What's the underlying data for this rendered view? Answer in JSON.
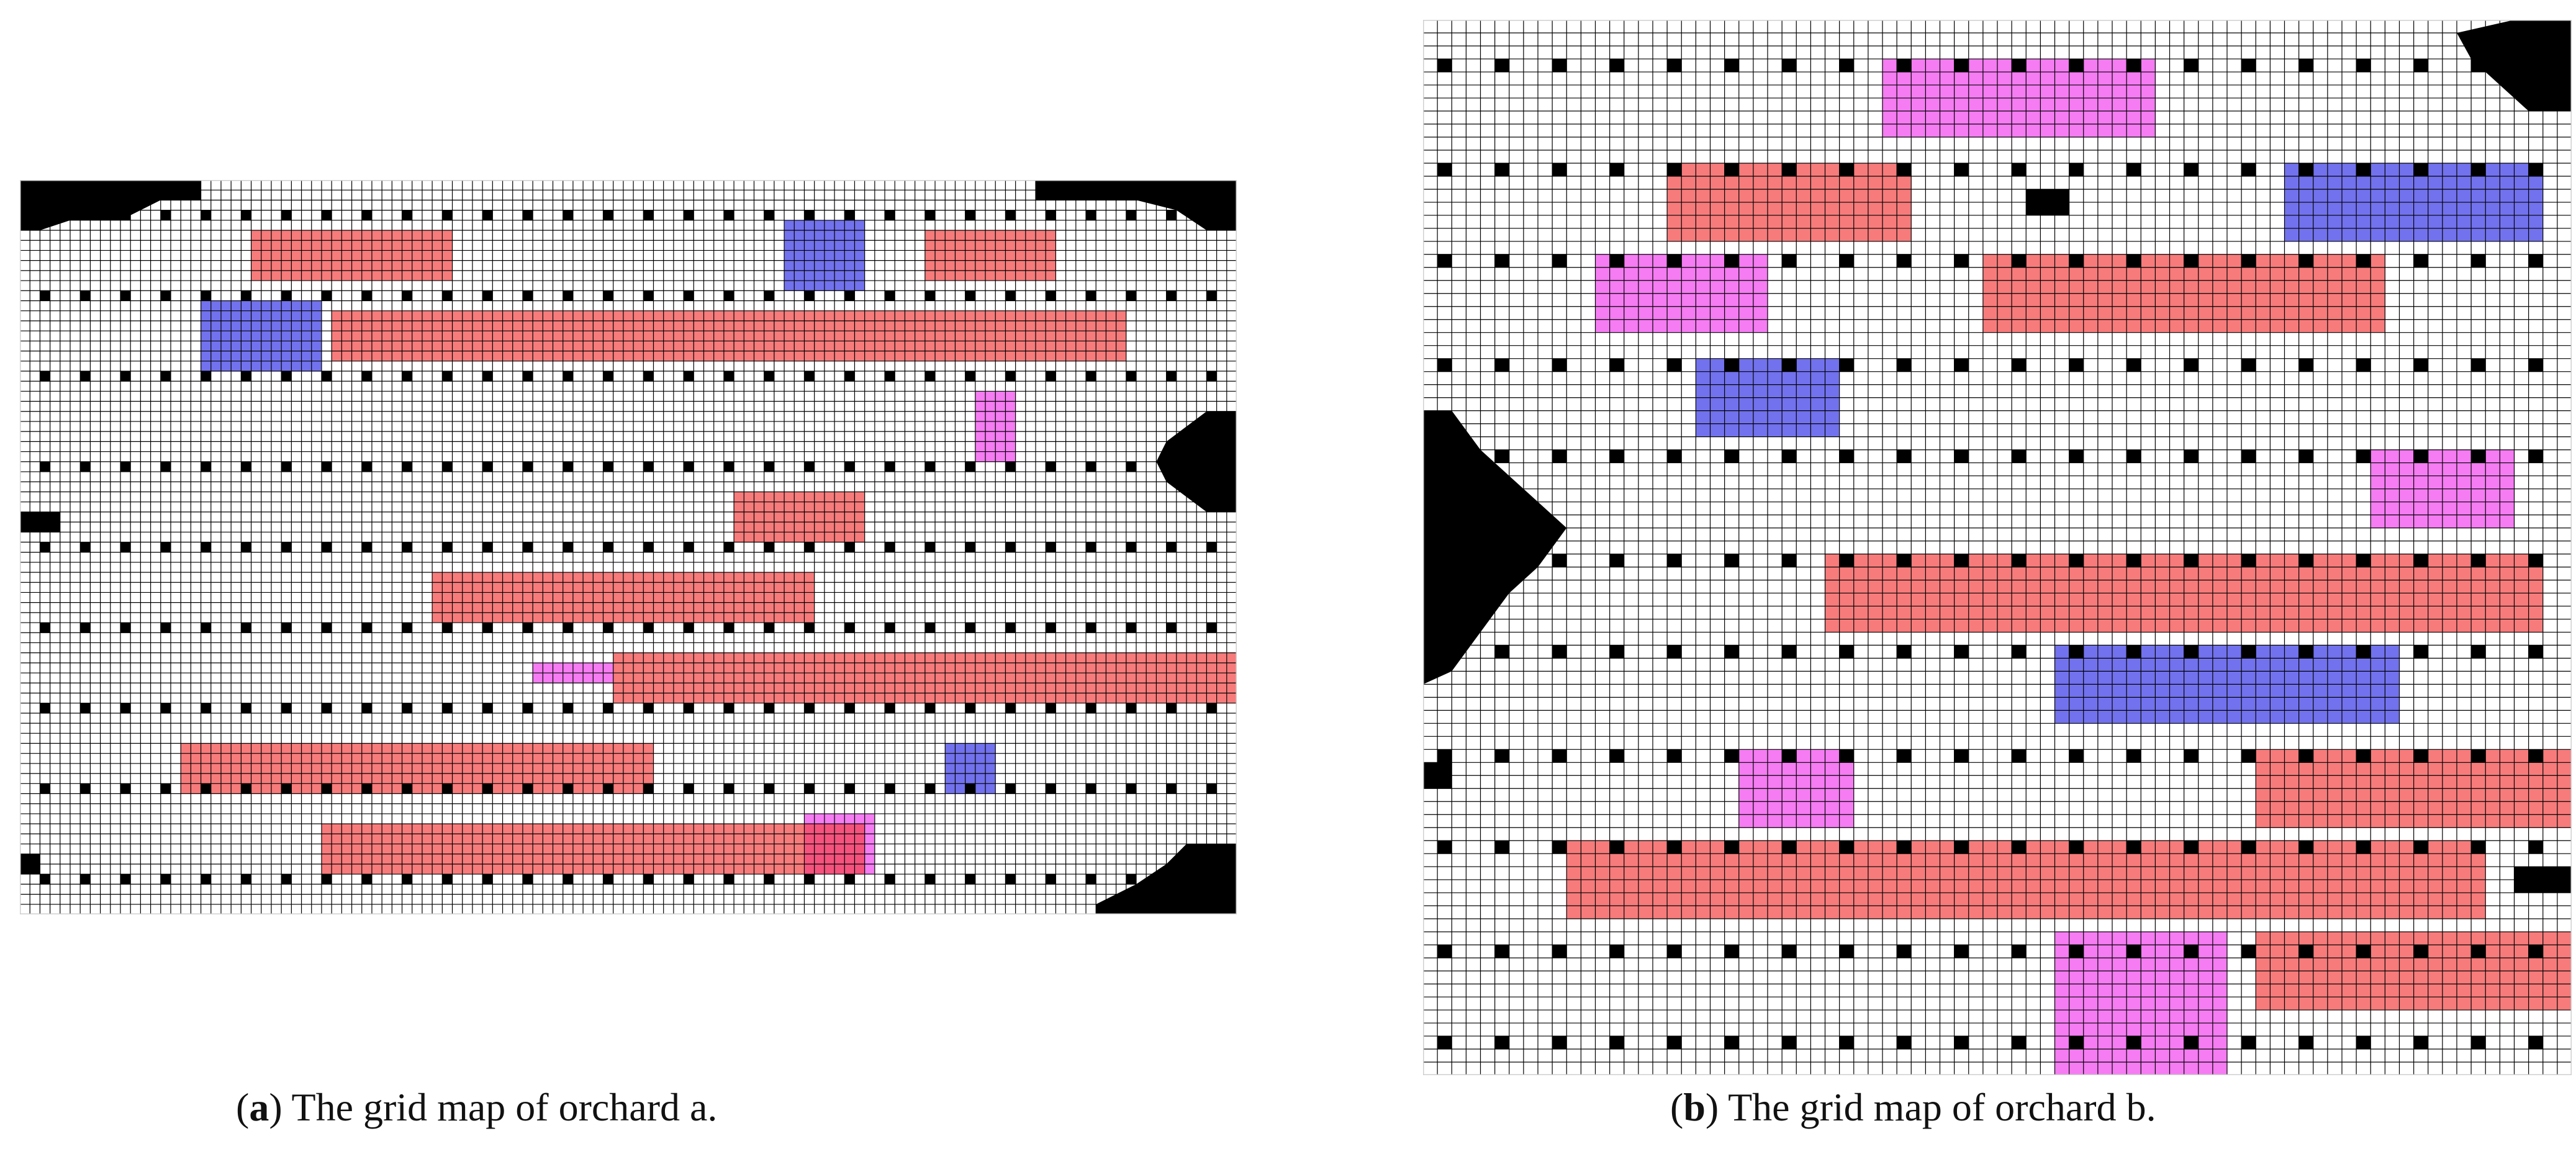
{
  "maps": [
    {
      "id": "a",
      "caption": {
        "open_paren": "(",
        "letter": "a",
        "rest": ") The grid map of orchard a."
      },
      "grid": {
        "cols": 121,
        "rows": 73
      },
      "colors": {
        "grid_line": "#000000",
        "background": "#ffffff",
        "obstacle": "#000000",
        "red_zone": "#f77b7b",
        "blue_zone": "#7272ee",
        "magenta_zone": "#f57cf2",
        "overlap_zone": "#f5527d"
      },
      "tree_rows": {
        "row_spacing": 8.2,
        "col_spacing": 4,
        "first_row": 3,
        "first_col": 2
      },
      "obstacles": [
        {
          "shape": "polygon",
          "cells": [
            [
              0,
              0
            ],
            [
              18,
              0
            ],
            [
              18,
              2
            ],
            [
              14,
              2
            ],
            [
              12,
              3
            ],
            [
              10,
              4
            ],
            [
              5,
              4
            ],
            [
              2,
              5
            ],
            [
              0,
              5
            ]
          ]
        },
        {
          "shape": "polygon",
          "cells": [
            [
              101,
              0
            ],
            [
              121,
              0
            ],
            [
              121,
              5
            ],
            [
              118,
              5
            ],
            [
              115,
              3
            ],
            [
              111,
              2
            ],
            [
              101,
              2
            ]
          ]
        },
        {
          "shape": "polygon",
          "cells": [
            [
              121,
              23
            ],
            [
              118,
              23
            ],
            [
              114,
              26
            ],
            [
              113,
              28
            ],
            [
              114,
              30
            ],
            [
              118,
              33
            ],
            [
              121,
              33
            ]
          ]
        },
        {
          "shape": "polygon",
          "cells": [
            [
              121,
              66
            ],
            [
              121,
              73
            ],
            [
              107,
              73
            ],
            [
              107,
              72
            ],
            [
              111,
              70
            ],
            [
              114,
              68
            ],
            [
              116,
              66
            ]
          ]
        },
        {
          "shape": "rect",
          "cells": [
            0,
            33,
            4,
            2
          ]
        },
        {
          "shape": "rect",
          "cells": [
            0,
            67,
            2,
            2
          ]
        }
      ],
      "zones": [
        {
          "type": "red",
          "cells": [
            23,
            5,
            20,
            5
          ]
        },
        {
          "type": "blue",
          "cells": [
            76,
            4,
            8,
            7
          ]
        },
        {
          "type": "red",
          "cells": [
            90,
            5,
            13,
            5
          ]
        },
        {
          "type": "blue",
          "cells": [
            18,
            12,
            12,
            7
          ]
        },
        {
          "type": "red",
          "cells": [
            31,
            13,
            79,
            5
          ]
        },
        {
          "type": "magenta",
          "cells": [
            95,
            21,
            4,
            7
          ]
        },
        {
          "type": "red",
          "cells": [
            71,
            31,
            13,
            5
          ]
        },
        {
          "type": "red",
          "cells": [
            41,
            39,
            38,
            5
          ]
        },
        {
          "type": "magenta",
          "cells": [
            51,
            48,
            8,
            2
          ]
        },
        {
          "type": "red",
          "cells": [
            59,
            47,
            62,
            5
          ]
        },
        {
          "type": "red",
          "cells": [
            16,
            56,
            47,
            5
          ]
        },
        {
          "type": "blue",
          "cells": [
            92,
            56,
            5,
            5
          ]
        },
        {
          "type": "red",
          "cells": [
            30,
            64,
            54,
            5
          ]
        },
        {
          "type": "magenta",
          "cells": [
            78,
            63,
            7,
            6
          ]
        },
        {
          "type": "overlap",
          "cells": [
            78,
            64,
            6,
            5
          ]
        }
      ]
    },
    {
      "id": "b",
      "caption": {
        "open_paren": "(",
        "letter": "b",
        "rest": ") The grid map of orchard b."
      },
      "grid": {
        "cols": 80,
        "rows": 81
      },
      "colors": {
        "grid_line": "#000000",
        "background": "#ffffff",
        "obstacle": "#000000",
        "red_zone": "#f77b7b",
        "blue_zone": "#7272ee",
        "magenta_zone": "#f57cf2"
      },
      "tree_rows": {
        "row_spacing": 7.5,
        "col_spacing": 4,
        "first_row": 3,
        "first_col": 1
      },
      "obstacles": [
        {
          "shape": "polygon",
          "cells": [
            [
              76,
              0
            ],
            [
              80,
              0
            ],
            [
              80,
              7
            ],
            [
              77,
              7
            ],
            [
              75,
              5
            ],
            [
              73,
              3
            ],
            [
              72,
              1
            ]
          ]
        },
        {
          "shape": "polygon",
          "cells": [
            [
              0,
              30
            ],
            [
              2,
              30
            ],
            [
              4,
              33
            ],
            [
              6,
              35
            ],
            [
              8,
              37
            ],
            [
              10,
              39
            ],
            [
              8,
              42
            ],
            [
              6,
              44
            ],
            [
              4,
              47
            ],
            [
              2,
              50
            ],
            [
              0,
              51
            ]
          ]
        },
        {
          "shape": "rect",
          "cells": [
            0,
            57,
            2,
            2
          ]
        },
        {
          "shape": "rect",
          "cells": [
            42,
            13,
            3,
            2
          ]
        },
        {
          "shape": "rect",
          "cells": [
            76,
            65,
            4,
            2
          ]
        }
      ],
      "zones": [
        {
          "type": "magenta",
          "cells": [
            32,
            3,
            19,
            6
          ]
        },
        {
          "type": "red",
          "cells": [
            17,
            11,
            17,
            6
          ]
        },
        {
          "type": "blue",
          "cells": [
            60,
            11,
            18,
            6
          ]
        },
        {
          "type": "magenta",
          "cells": [
            12,
            18,
            12,
            6
          ]
        },
        {
          "type": "red",
          "cells": [
            39,
            18,
            28,
            6
          ]
        },
        {
          "type": "blue",
          "cells": [
            19,
            26,
            10,
            6
          ]
        },
        {
          "type": "magenta",
          "cells": [
            66,
            33,
            10,
            6
          ]
        },
        {
          "type": "red",
          "cells": [
            28,
            41,
            50,
            6
          ]
        },
        {
          "type": "blue",
          "cells": [
            44,
            48,
            24,
            6
          ]
        },
        {
          "type": "magenta",
          "cells": [
            22,
            56,
            8,
            6
          ]
        },
        {
          "type": "red",
          "cells": [
            58,
            56,
            32,
            6
          ]
        },
        {
          "type": "red",
          "cells": [
            10,
            63,
            64,
            6
          ]
        },
        {
          "type": "magenta",
          "cells": [
            44,
            70,
            12,
            11
          ]
        },
        {
          "type": "red",
          "cells": [
            58,
            70,
            26,
            6
          ]
        }
      ]
    }
  ]
}
